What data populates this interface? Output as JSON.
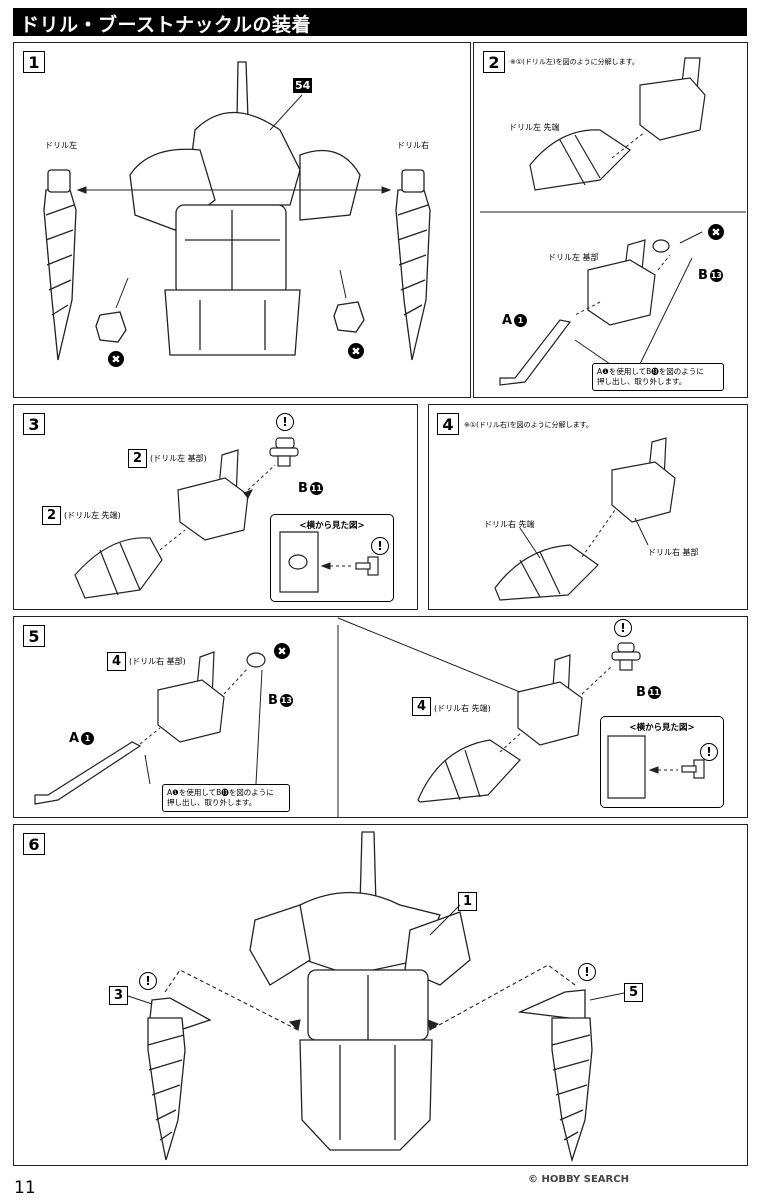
{
  "title": "ドリル・ブーストナックルの装着",
  "page_number": "11",
  "watermark": "© HOBBY SEARCH",
  "steps": {
    "s1": {
      "num": "1",
      "tag": "54",
      "drill_left": "ドリル左",
      "drill_right": "ドリル右"
    },
    "s2": {
      "num": "2",
      "note": "※①(ドリル左)を図のように分解します。",
      "tip": "ドリル左 先端",
      "base": "ドリル左 基部",
      "a_label": "A",
      "a_num": "1",
      "b_label": "B",
      "b_num": "13",
      "callout": "A❶を使用してB⓭を図のように\n押し出し、取り外します。"
    },
    "s3": {
      "num": "3",
      "ref_base_num": "2",
      "ref_base": "(ドリル左 基部)",
      "ref_tip_num": "2",
      "ref_tip": "(ドリル左 先端)",
      "b_label": "B",
      "b_num": "11",
      "side_view": "<横から見た図>"
    },
    "s4": {
      "num": "4",
      "note": "※①(ドリル右)を図のように分解します。",
      "tip": "ドリル右 先端",
      "base": "ドリル右 基部"
    },
    "s5": {
      "num": "5",
      "ref_base_num": "4",
      "ref_base": "(ドリル右 基部)",
      "ref_tip_num": "4",
      "ref_tip": "(ドリル右 先端)",
      "a_label": "A",
      "a_num": "1",
      "b_label": "B",
      "b_num": "13",
      "b2_label": "B",
      "b2_num": "11",
      "callout": "A❶を使用してB⓭を図のように\n押し出し、取り外します。",
      "side_view": "<横から見た図>"
    },
    "s6": {
      "num": "6",
      "ref_body": "1",
      "ref_left": "3",
      "ref_right": "5"
    }
  },
  "marks": {
    "excl": "!",
    "x": "✖"
  }
}
